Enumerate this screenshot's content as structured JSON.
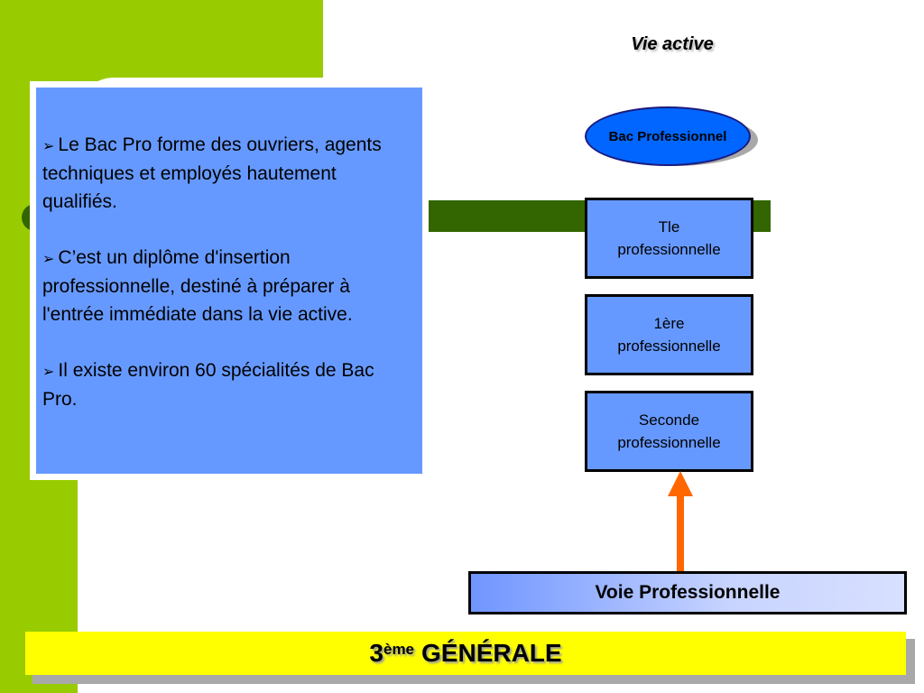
{
  "top_label": "Vie active",
  "diploma_oval": "Bac Professionnel",
  "info_panel": {
    "bullets": [
      "Le Bac Pro forme des ouvriers, agents techniques et employés hautement qualifiés.",
      "C’est un diplôme d'insertion professionnelle, destiné à préparer à l'entrée immédiate dans la vie active.",
      "Il existe environ 60 spécialités de Bac Pro."
    ]
  },
  "levels": [
    {
      "line1": "Tle",
      "line2": "professionnelle"
    },
    {
      "line1": "1ère",
      "line2": "professionnelle"
    },
    {
      "line1": "Seconde",
      "line2": "professionnelle"
    }
  ],
  "pathway_label": "Voie Professionnelle",
  "base_label": {
    "number": "3",
    "superscript": "ème",
    "text": "GÉNÉRALE"
  },
  "colors": {
    "green": "#99cc00",
    "dark_green": "#336600",
    "panel_blue": "#6699ff",
    "oval_blue": "#0066ff",
    "arrow_orange": "#ff6600",
    "base_yellow": "#ffff00"
  }
}
